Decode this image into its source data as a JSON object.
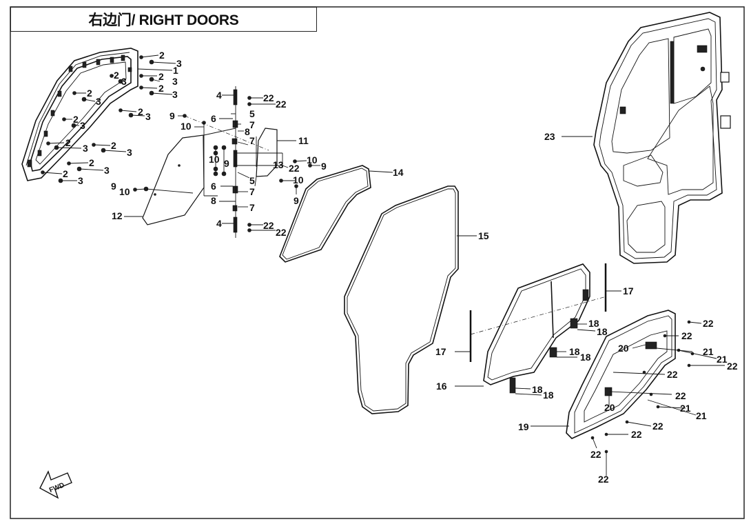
{
  "diagram": {
    "title": "右边门/ RIGHT DOORS",
    "forward_marker": "FWD",
    "callouts": [
      {
        "id": "c-2a",
        "text": "2"
      },
      {
        "id": "c-3a",
        "text": "3"
      },
      {
        "id": "c-2b",
        "text": "2"
      },
      {
        "id": "c-1",
        "text": "1"
      },
      {
        "id": "c-2c",
        "text": "2"
      },
      {
        "id": "c-3b",
        "text": "3"
      },
      {
        "id": "c-3c",
        "text": "3"
      },
      {
        "id": "c-2d",
        "text": "2"
      },
      {
        "id": "c-3d",
        "text": "3"
      },
      {
        "id": "c-2e",
        "text": "2"
      },
      {
        "id": "c-3e",
        "text": "3"
      },
      {
        "id": "c-2f",
        "text": "2"
      },
      {
        "id": "c-3f",
        "text": "3"
      },
      {
        "id": "c-2g",
        "text": "2"
      },
      {
        "id": "c-3g",
        "text": "3"
      },
      {
        "id": "c-2h",
        "text": "2"
      },
      {
        "id": "c-3h",
        "text": "3"
      },
      {
        "id": "c-2i",
        "text": "2"
      },
      {
        "id": "c-3i",
        "text": "3"
      },
      {
        "id": "c-2j",
        "text": "2"
      },
      {
        "id": "c-3j",
        "text": "3"
      },
      {
        "id": "c-2k",
        "text": "2"
      },
      {
        "id": "c-3k",
        "text": "3"
      },
      {
        "id": "c-4a",
        "text": "4"
      },
      {
        "id": "c-22a",
        "text": "22"
      },
      {
        "id": "c-22b",
        "text": "22"
      },
      {
        "id": "c-5a",
        "text": "5"
      },
      {
        "id": "c-9a",
        "text": "9"
      },
      {
        "id": "c-6a",
        "text": "6"
      },
      {
        "id": "c-7a",
        "text": "7"
      },
      {
        "id": "c-10a",
        "text": "10"
      },
      {
        "id": "c-8a",
        "text": "8"
      },
      {
        "id": "c-7b",
        "text": "7"
      },
      {
        "id": "c-11",
        "text": "11"
      },
      {
        "id": "c-10b",
        "text": "10"
      },
      {
        "id": "c-9b",
        "text": "9"
      },
      {
        "id": "c-10c",
        "text": "10"
      },
      {
        "id": "c-9c",
        "text": "9"
      },
      {
        "id": "c-13",
        "text": "13"
      },
      {
        "id": "c-22c",
        "text": "22"
      },
      {
        "id": "c-5b",
        "text": "5"
      },
      {
        "id": "c-10d",
        "text": "10"
      },
      {
        "id": "c-6b",
        "text": "6"
      },
      {
        "id": "c-7c",
        "text": "7"
      },
      {
        "id": "c-9d",
        "text": "9"
      },
      {
        "id": "c-9e",
        "text": "9"
      },
      {
        "id": "c-10e",
        "text": "10"
      },
      {
        "id": "c-8b",
        "text": "8"
      },
      {
        "id": "c-7d",
        "text": "7"
      },
      {
        "id": "c-12",
        "text": "12"
      },
      {
        "id": "c-4b",
        "text": "4"
      },
      {
        "id": "c-22d",
        "text": "22"
      },
      {
        "id": "c-22e",
        "text": "22"
      },
      {
        "id": "c-14",
        "text": "14"
      },
      {
        "id": "c-15",
        "text": "15"
      },
      {
        "id": "c-23",
        "text": "23"
      },
      {
        "id": "c-17a",
        "text": "17"
      },
      {
        "id": "c-17b",
        "text": "17"
      },
      {
        "id": "c-18a",
        "text": "18"
      },
      {
        "id": "c-18b",
        "text": "18"
      },
      {
        "id": "c-18c",
        "text": "18"
      },
      {
        "id": "c-18d",
        "text": "18"
      },
      {
        "id": "c-18e",
        "text": "18"
      },
      {
        "id": "c-18f",
        "text": "18"
      },
      {
        "id": "c-16",
        "text": "16"
      },
      {
        "id": "c-22f",
        "text": "22"
      },
      {
        "id": "c-22g",
        "text": "22"
      },
      {
        "id": "c-20a",
        "text": "20"
      },
      {
        "id": "c-21a",
        "text": "21"
      },
      {
        "id": "c-21b",
        "text": "21"
      },
      {
        "id": "c-22h",
        "text": "22"
      },
      {
        "id": "c-22i",
        "text": "22"
      },
      {
        "id": "c-22j",
        "text": "22"
      },
      {
        "id": "c-20b",
        "text": "20"
      },
      {
        "id": "c-21c",
        "text": "21"
      },
      {
        "id": "c-21d",
        "text": "21"
      },
      {
        "id": "c-19",
        "text": "19"
      },
      {
        "id": "c-22k",
        "text": "22"
      },
      {
        "id": "c-22l",
        "text": "22"
      },
      {
        "id": "c-22m",
        "text": "22"
      },
      {
        "id": "c-22n",
        "text": "22"
      }
    ]
  }
}
